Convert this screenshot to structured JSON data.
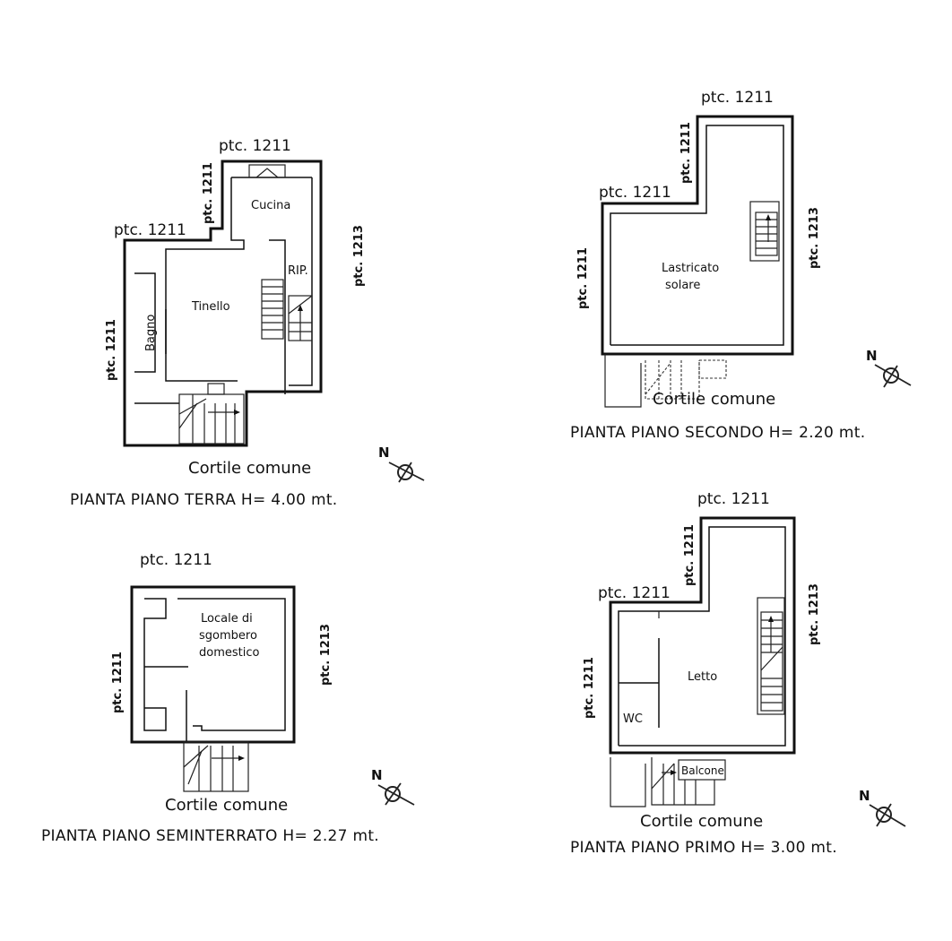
{
  "plans": {
    "terra": {
      "title": "PIANTA PIANO TERRA H= 4.00 mt.",
      "courtyard": "Cortile comune",
      "ptc_top": "ptc. 1211",
      "ptc_left_top": "ptc. 1211",
      "ptc_step": "ptc. 1211",
      "ptc_left": "ptc. 1211",
      "ptc_right": "ptc. 1213",
      "rooms": {
        "kitchen": "Cucina",
        "closet": "RIP.",
        "living": "Tinello",
        "bath": "Bagno"
      }
    },
    "secondo": {
      "title": "PIANTA PIANO SECONDO H= 2.20 mt.",
      "courtyard": "Cortile comune",
      "ptc_top": "ptc. 1211",
      "ptc_left_top": "ptc. 1211",
      "ptc_step": "ptc. 1211",
      "ptc_left": "ptc. 1211",
      "ptc_right": "ptc. 1213",
      "rooms": {
        "terrace_line1": "Lastricato",
        "terrace_line2": "solare"
      }
    },
    "seminterrato": {
      "title": "PIANTA PIANO SEMINTERRATO H= 2.27 mt.",
      "courtyard": "Cortile comune",
      "ptc_top": "ptc. 1211",
      "ptc_left": "ptc. 1211",
      "ptc_right": "ptc. 1213",
      "rooms": {
        "storage_line1": "Locale di",
        "storage_line2": "sgombero",
        "storage_line3": "domestico"
      }
    },
    "primo": {
      "title": "PIANTA PIANO PRIMO H= 3.00 mt.",
      "courtyard": "Cortile comune",
      "ptc_top": "ptc. 1211",
      "ptc_left_top": "ptc. 1211",
      "ptc_step": "ptc. 1211",
      "ptc_left": "ptc. 1211",
      "ptc_right": "ptc. 1213",
      "rooms": {
        "bedroom": "Letto",
        "wc": "WC",
        "balcony": "Balcone"
      }
    }
  },
  "north_label": "N"
}
